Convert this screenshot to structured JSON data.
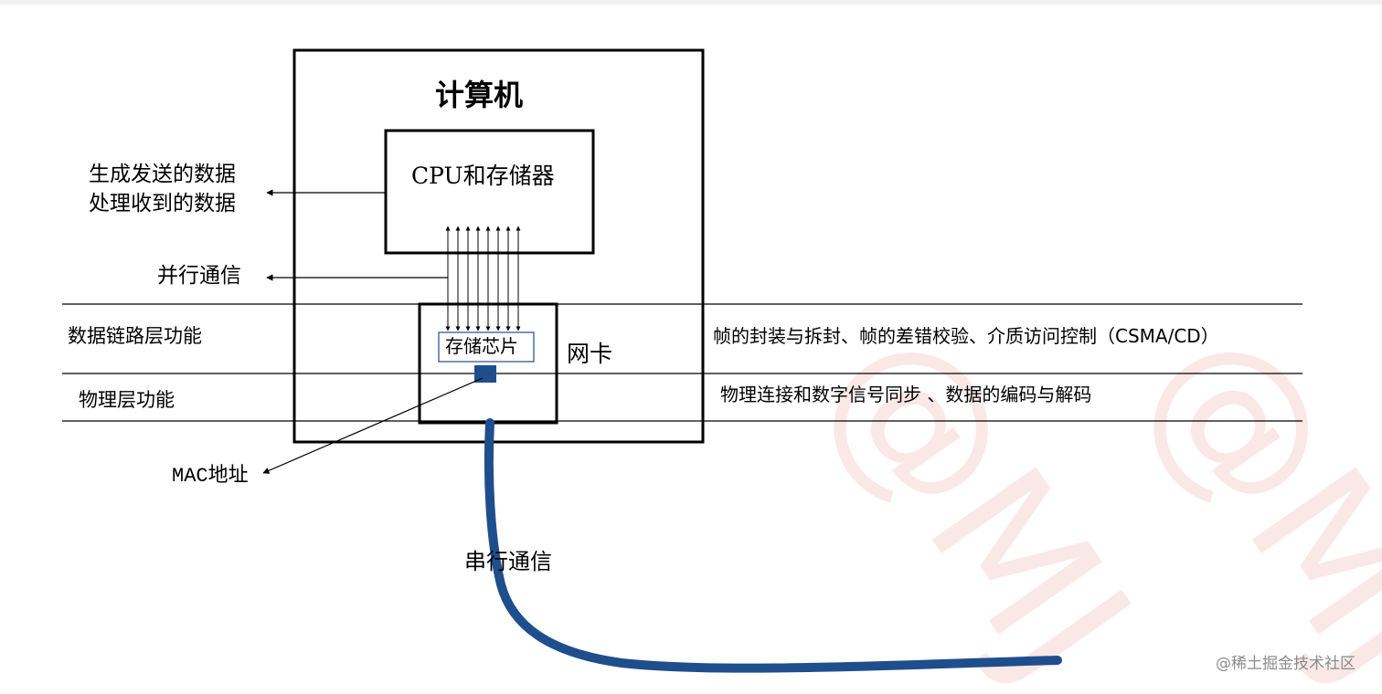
{
  "computer": {
    "title": "计算机"
  },
  "cpu": {
    "label": "CPU和存储器"
  },
  "nic": {
    "label": "网卡",
    "chip_label": "存储芯片"
  },
  "left_labels": {
    "generate": "生成发送的数据",
    "process": "处理收到的数据",
    "parallel": "并行通信",
    "mac": "MAC地址"
  },
  "layers": {
    "datalink": {
      "name": "数据链路层功能",
      "desc": "帧的封装与拆封、帧的差错校验、介质访问控制（CSMA/CD）"
    },
    "physical": {
      "name": "物理层功能",
      "desc": "物理连接和数字信号同步 、数据的编码与解码"
    }
  },
  "cable": {
    "label": "串行通信"
  },
  "watermark": {
    "site": "@稀土掘金技术社区",
    "author": "@MJ"
  },
  "colors": {
    "cable": "#1f4e8c",
    "mac_port": "#1f4e8c",
    "watermark": "#f7d6d2"
  }
}
